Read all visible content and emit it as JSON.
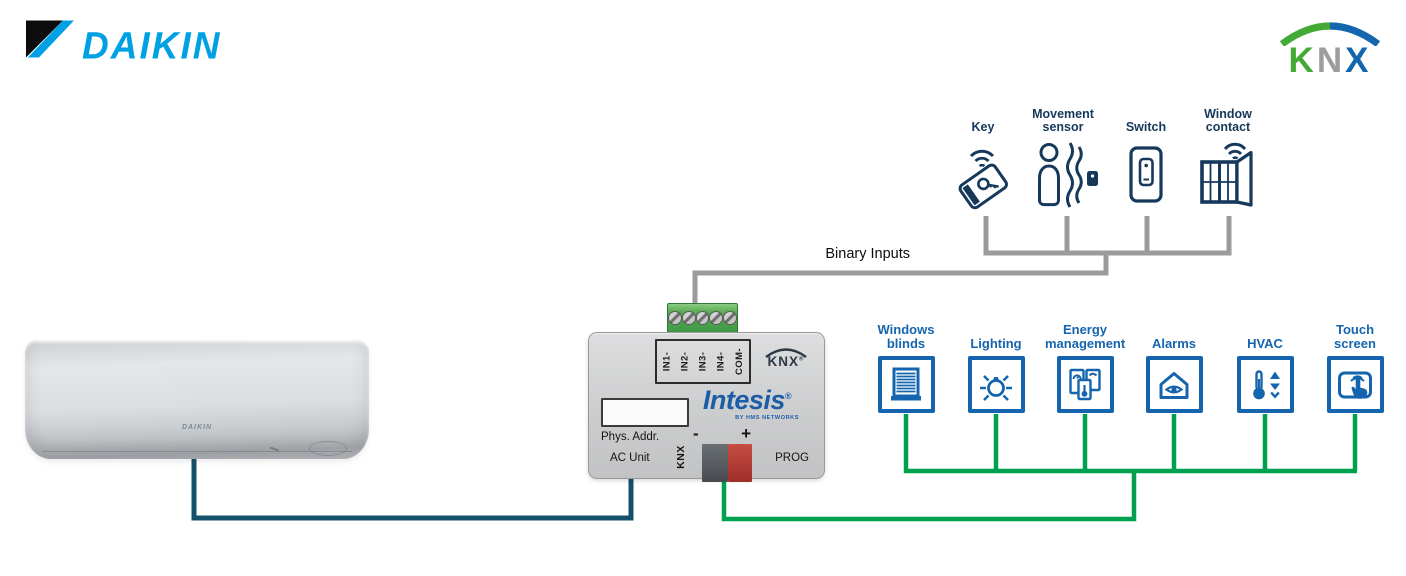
{
  "header": {
    "daikin_logo_text": "DAIKIN",
    "knx_logo": {
      "k": "K",
      "n": "N",
      "x": "X"
    }
  },
  "binary_inputs": {
    "group_label": "Binary Inputs",
    "items": [
      {
        "label": "Key",
        "icon": "key-icon"
      },
      {
        "label": "Movement sensor",
        "icon": "movement-sensor-icon"
      },
      {
        "label": "Switch",
        "icon": "switch-icon"
      },
      {
        "label": "Window contact",
        "icon": "window-contact-icon"
      }
    ]
  },
  "gateway": {
    "terminal_labels": [
      "IN1-",
      "IN2-",
      "IN3-",
      "IN4-",
      "COM-"
    ],
    "device_knx_logo": "KNX",
    "reg_mark": "®",
    "brand": "Intesis",
    "brand_tagline": "BY HMS NETWORKS",
    "phys_addr_label": "Phys. Addr.",
    "port_labels": {
      "ac_unit": "AC Unit",
      "knx": "KNX",
      "prog": "PROG"
    },
    "polarity": {
      "minus": "-",
      "plus": "+"
    }
  },
  "ac_indoor_unit": {
    "brand": "DAIKIN"
  },
  "knx_functions": {
    "items": [
      {
        "label": "Windows blinds",
        "icon": "windows-blinds-icon"
      },
      {
        "label": "Lighting",
        "icon": "lighting-icon"
      },
      {
        "label": "Energy management",
        "icon": "energy-management-icon"
      },
      {
        "label": "Alarms",
        "icon": "alarms-icon"
      },
      {
        "label": "HVAC",
        "icon": "hvac-icon"
      },
      {
        "label": "Touch screen",
        "icon": "touch-screen-icon"
      }
    ]
  },
  "colors": {
    "daikin_cyan": "#00a1e4",
    "knx_logo_green": "#43aa35",
    "knx_logo_gray": "#9d9d9c",
    "knx_logo_blue": "#1466ae",
    "function_blue": "#1565ae",
    "binary_navy": "#16395b",
    "wire_gray": "#9b9b9b",
    "wire_green": "#00a14e",
    "wire_blue": "#15506b",
    "terminal_green": "#46a14b",
    "terminal_red": "#b8443c",
    "intesis_blue": "#1d5ca6"
  }
}
